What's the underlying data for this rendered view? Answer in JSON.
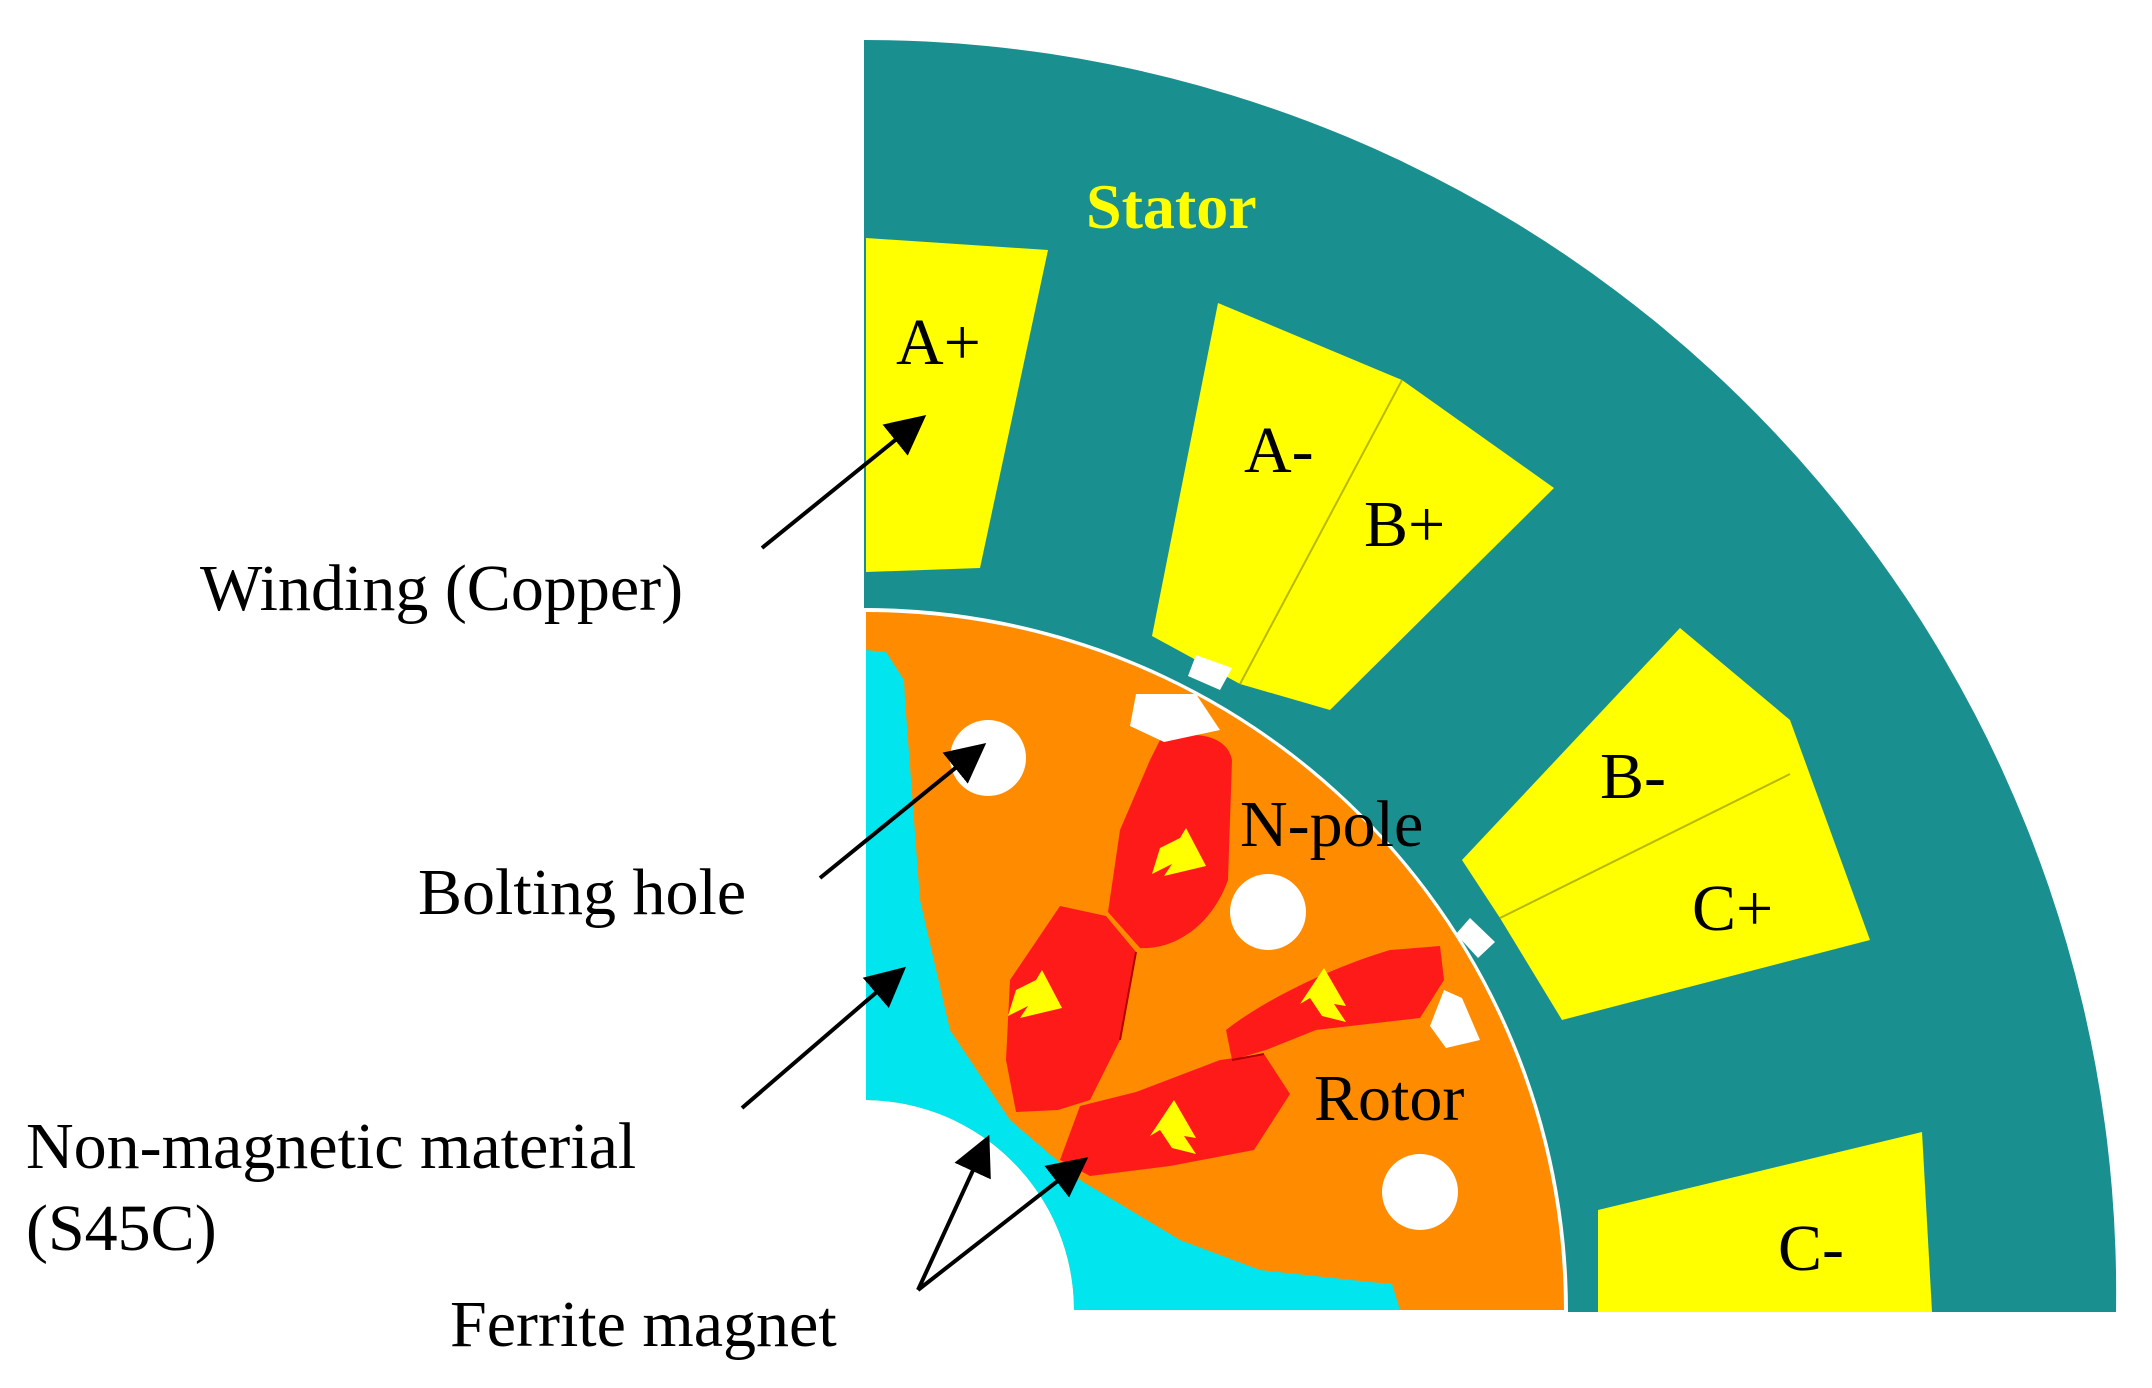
{
  "colors": {
    "stator": "#1a8f8f",
    "winding": "#ffff00",
    "rotor": "#ff8c00",
    "non_magnetic": "#00e5ee",
    "magnet": "#ff1a1a",
    "magnet_arrow": "#ffff00",
    "hole": "#ffffff",
    "stator_label": "#ffff00",
    "text": "#000000"
  },
  "labels": {
    "stator": "Stator",
    "rotor": "Rotor",
    "n_pole": "N-pole",
    "winding": "Winding (Copper)",
    "bolting_hole": "Bolting hole",
    "non_magnetic_line1": "Non-magnetic material",
    "non_magnetic_line2": "(S45C)",
    "ferrite_magnet": "Ferrite magnet"
  },
  "slots": {
    "a_plus": "A+",
    "a_minus": "A-",
    "b_plus": "B+",
    "b_minus": "B-",
    "c_plus": "C+",
    "c_minus": "C-"
  }
}
